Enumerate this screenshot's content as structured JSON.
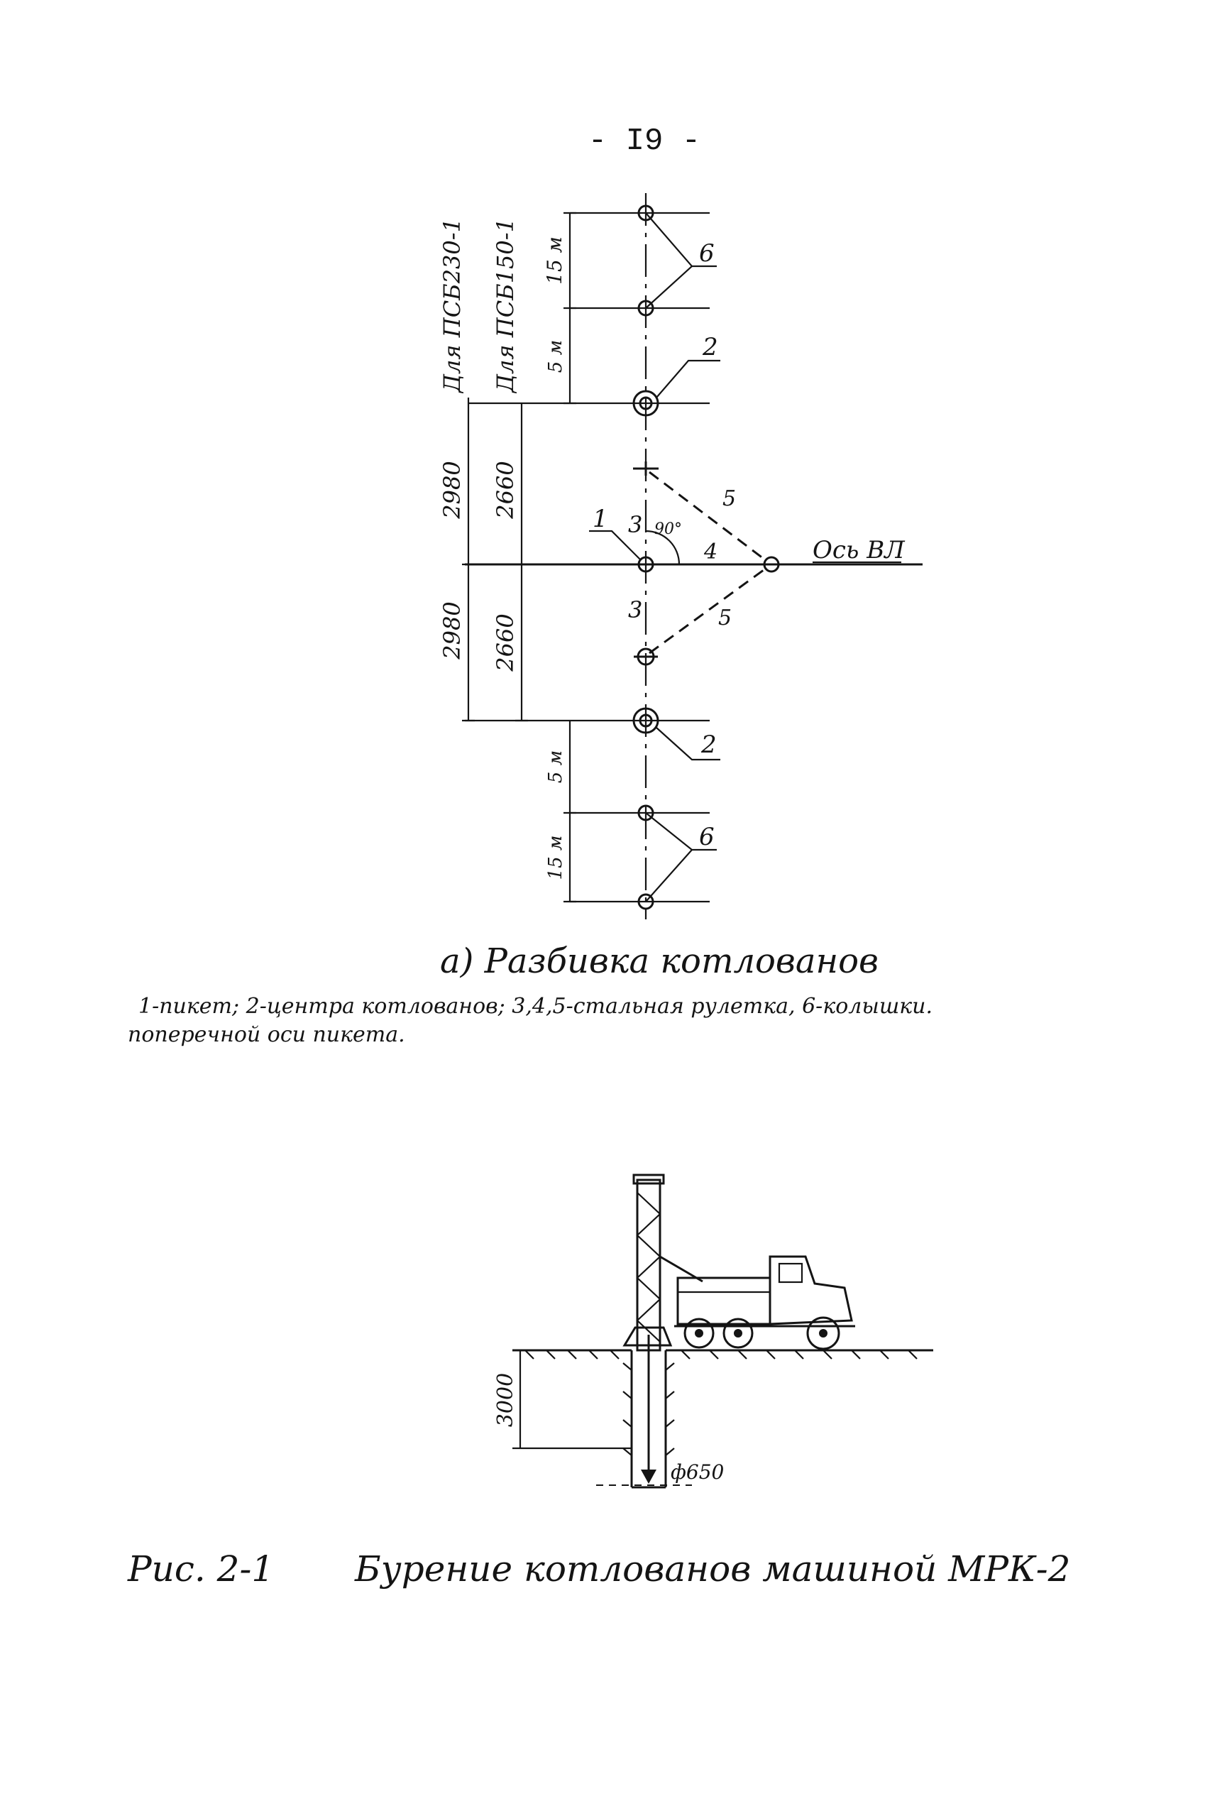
{
  "page": {
    "number": "- I9 -"
  },
  "figure_a": {
    "dims_top": {
      "psb230_label": "Для ПСБ230-1",
      "psb150_label": "Для ПСБ150-1",
      "d15": "15 м",
      "d5": "5 м"
    },
    "dims_middle": {
      "a2980": "2980",
      "a2660": "2660",
      "b2980": "2980",
      "b2660": "2660"
    },
    "dims_bottom": {
      "d5": "5 м",
      "d15": "15 м"
    },
    "callouts": {
      "n1": "1",
      "n2_top": "2",
      "n2_bottom": "2",
      "n3_top": "3",
      "n3_bottom": "3",
      "n4": "4",
      "n5_top": "5",
      "n5_bottom": "5",
      "n6_top": "6",
      "n6_bottom": "6",
      "angle": "90°"
    },
    "axis_label": "Ось ВЛ",
    "title": "а) Разбивка котлованов",
    "legend_line1": "1-пикет; 2-центра котлованов; 3,4,5-стальная рулетка, 6-колышки.",
    "legend_line2": "поперечной оси пикета."
  },
  "figure_b": {
    "depth_label": "3000",
    "diameter_label": "ф650"
  },
  "caption": {
    "fig_number": "Рис. 2-1",
    "text": "Бурение котлованов машиной МРК-2"
  }
}
